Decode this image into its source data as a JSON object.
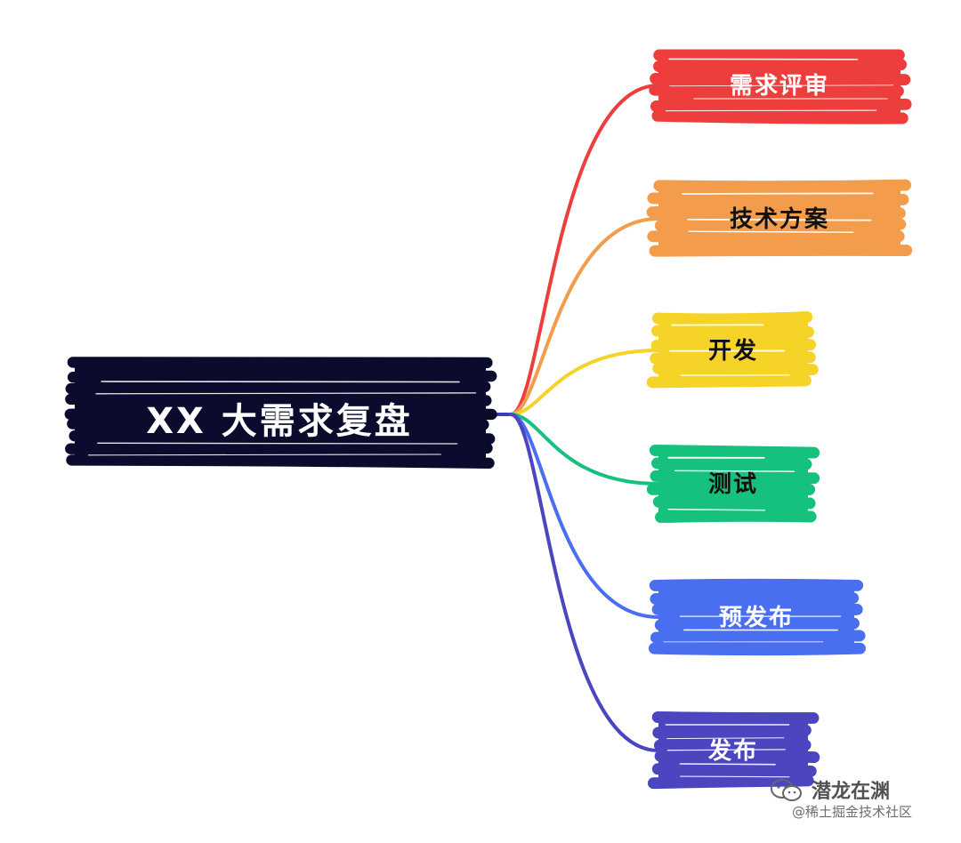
{
  "root": {
    "label": "XX 大需求复盘",
    "color": "#0b0b2e",
    "text_color": "#ffffff"
  },
  "branches": [
    {
      "label": "需求评审",
      "color": "#ee3d3d",
      "text_color": "#ffffff"
    },
    {
      "label": "技术方案",
      "color": "#f29c4c",
      "text_color": "#111111"
    },
    {
      "label": "开发",
      "color": "#f5d327",
      "text_color": "#111111"
    },
    {
      "label": "测试",
      "color": "#16c17d",
      "text_color": "#111111"
    },
    {
      "label": "预发布",
      "color": "#4a6ef0",
      "text_color": "#ffffff"
    },
    {
      "label": "发布",
      "color": "#4b45c0",
      "text_color": "#ffffff"
    }
  ],
  "watermark": {
    "title": "潜龙在渊",
    "subtitle": "@稀土掘金技术社区",
    "icon": "wechat-icon"
  }
}
